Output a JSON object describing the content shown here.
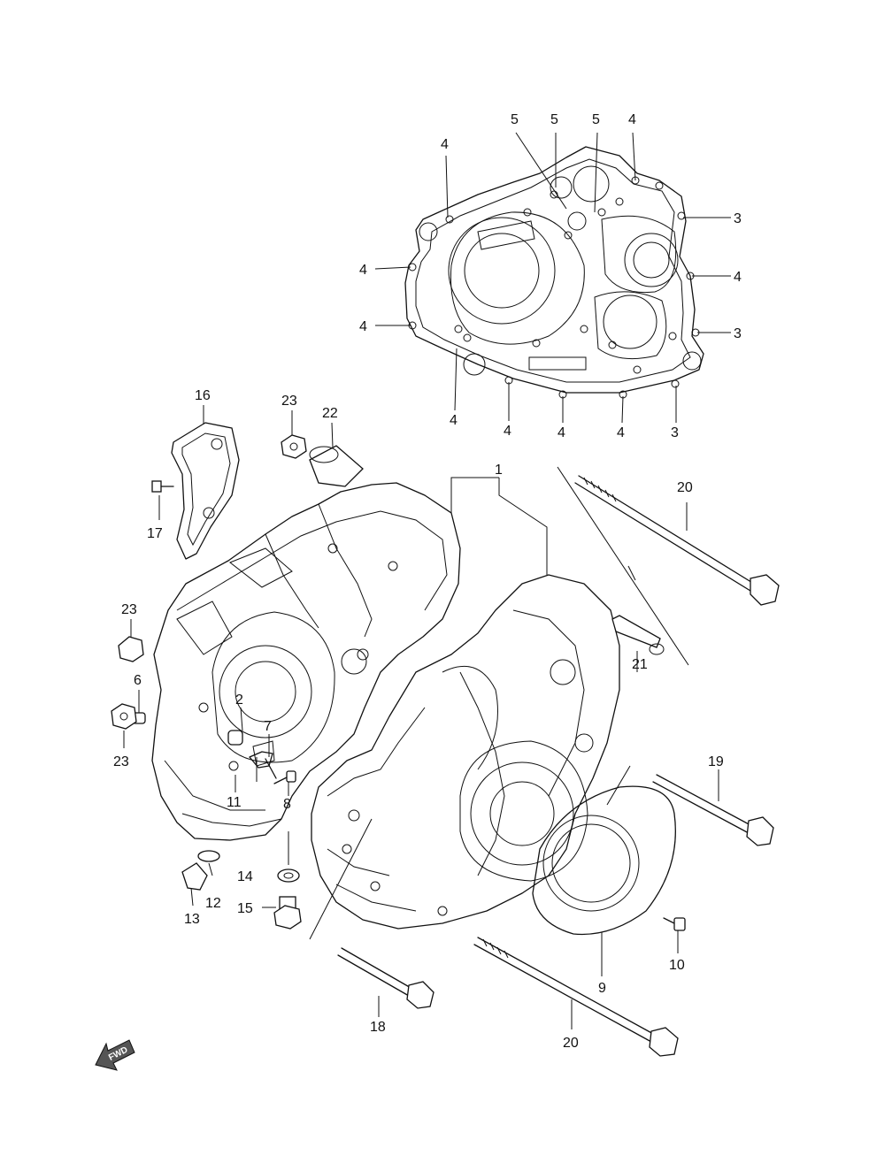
{
  "diagram": {
    "callouts": [
      {
        "id": "c5a",
        "label": "5"
      },
      {
        "id": "c5b",
        "label": "5"
      },
      {
        "id": "c5c",
        "label": "5"
      },
      {
        "id": "c4-top-r",
        "label": "4"
      },
      {
        "id": "c4-top-l",
        "label": "4"
      },
      {
        "id": "c3-top",
        "label": "3"
      },
      {
        "id": "c4-left1",
        "label": "4"
      },
      {
        "id": "c4-right",
        "label": "4"
      },
      {
        "id": "c4-left2",
        "label": "4"
      },
      {
        "id": "c3-mid",
        "label": "3"
      },
      {
        "id": "c4-bot1",
        "label": "4"
      },
      {
        "id": "c4-bot2",
        "label": "4"
      },
      {
        "id": "c4-bot3",
        "label": "4"
      },
      {
        "id": "c4-bot4",
        "label": "4"
      },
      {
        "id": "c3-bot",
        "label": "3"
      },
      {
        "id": "c16",
        "label": "16"
      },
      {
        "id": "c23-top",
        "label": "23"
      },
      {
        "id": "c22",
        "label": "22"
      },
      {
        "id": "c1",
        "label": "1"
      },
      {
        "id": "c20-top",
        "label": "20"
      },
      {
        "id": "c17",
        "label": "17"
      },
      {
        "id": "c23-mid",
        "label": "23"
      },
      {
        "id": "c21",
        "label": "21"
      },
      {
        "id": "c6",
        "label": "6"
      },
      {
        "id": "c2",
        "label": "2"
      },
      {
        "id": "c7",
        "label": "7"
      },
      {
        "id": "c19",
        "label": "19"
      },
      {
        "id": "c23-bot",
        "label": "23"
      },
      {
        "id": "c11",
        "label": "11"
      },
      {
        "id": "c8",
        "label": "8"
      },
      {
        "id": "c14",
        "label": "14"
      },
      {
        "id": "c12",
        "label": "12"
      },
      {
        "id": "c13",
        "label": "13"
      },
      {
        "id": "c15",
        "label": "15"
      },
      {
        "id": "c10",
        "label": "10"
      },
      {
        "id": "c9",
        "label": "9"
      },
      {
        "id": "c18",
        "label": "18"
      },
      {
        "id": "c20-bot",
        "label": "20"
      }
    ],
    "fwd_label": "FWD"
  }
}
